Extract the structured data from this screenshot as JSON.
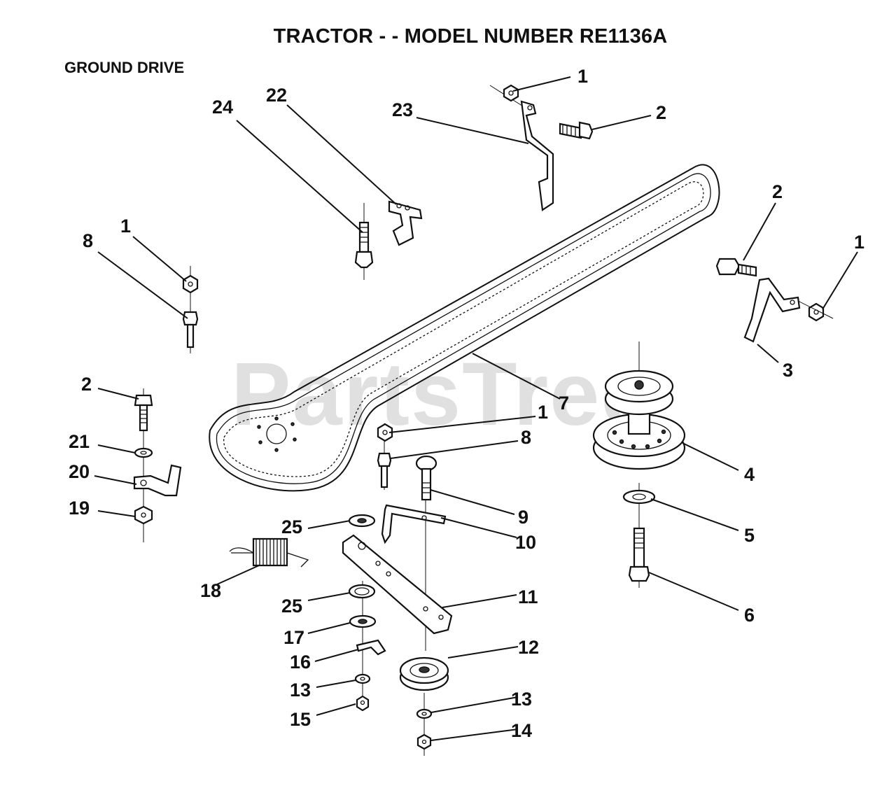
{
  "header": {
    "title": "TRACTOR - - MODEL NUMBER RE1136A",
    "section": "GROUND DRIVE"
  },
  "watermark": "PartsTree",
  "callouts": {
    "c1a": "1",
    "c2a": "2",
    "c23": "23",
    "c22": "22",
    "c24": "24",
    "c2b": "2",
    "c1b": "1",
    "c1c": "1",
    "c8a": "8",
    "c3": "3",
    "c2c": "2",
    "c21": "21",
    "c20": "20",
    "c19": "19",
    "c1d": "1",
    "c8b": "8",
    "c7": "7",
    "c4": "4",
    "c5": "5",
    "c6": "6",
    "c9": "9",
    "c10": "10",
    "c25a": "25",
    "c18": "18",
    "c11": "11",
    "c25b": "25",
    "c17": "17",
    "c12": "12",
    "c16": "16",
    "c13a": "13",
    "c13b": "13",
    "c15": "15",
    "c14": "14"
  }
}
